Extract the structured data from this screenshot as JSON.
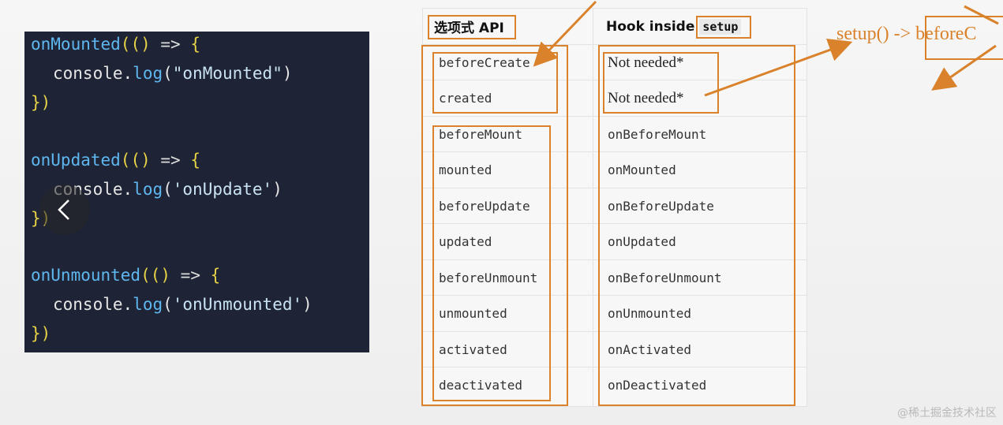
{
  "code": {
    "blocks": [
      {
        "hook": "onMounted",
        "arg": "\"onMounted\""
      },
      {
        "hook": "onUpdated",
        "arg": "'onUpdate'"
      },
      {
        "hook": "onUnmounted",
        "arg": "'onUnmounted'"
      }
    ],
    "arrow": "=>",
    "console_obj": "console",
    "console_method": "log",
    "close": "})"
  },
  "nav": {
    "back_icon": "chevron-left-icon"
  },
  "table": {
    "header_col1": "选项式 API",
    "header_col2_text": "Hook inside",
    "header_col2_tag": "setup",
    "rows": [
      {
        "option": "beforeCreate",
        "hook": "Not needed*"
      },
      {
        "option": "created",
        "hook": "Not needed*"
      },
      {
        "option": "beforeMount",
        "hook": "onBeforeMount"
      },
      {
        "option": "mounted",
        "hook": "onMounted"
      },
      {
        "option": "beforeUpdate",
        "hook": "onBeforeUpdate"
      },
      {
        "option": "updated",
        "hook": "onUpdated"
      },
      {
        "option": "beforeUnmount",
        "hook": "onBeforeUnmount"
      },
      {
        "option": "unmounted",
        "hook": "onUnmounted"
      },
      {
        "option": "activated",
        "hook": "onActivated"
      },
      {
        "option": "deactivated",
        "hook": "onDeactivated"
      }
    ]
  },
  "annotation": {
    "text_prefix": "setup() ->",
    "text_boxed": "beforeC"
  },
  "watermark": "@稀土掘金技术社区",
  "colors": {
    "accent": "#d9822b",
    "code_bg": "#1e2335"
  }
}
